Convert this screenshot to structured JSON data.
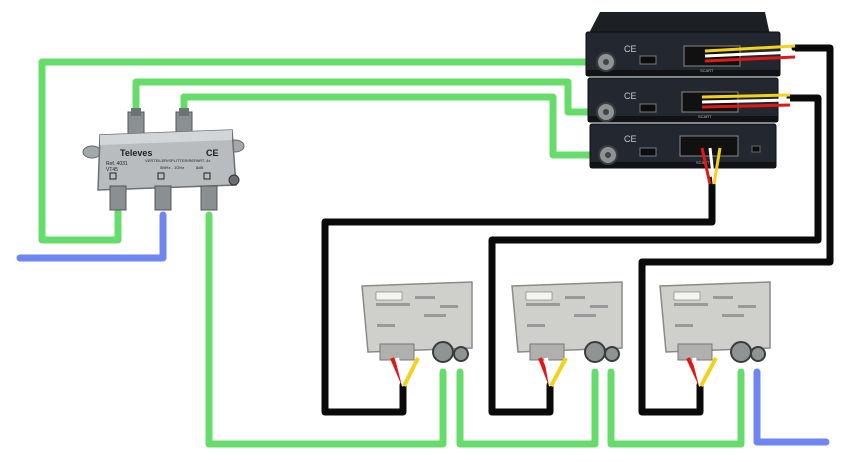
{
  "splitter": {
    "brand": "Televes",
    "ref": "Ref. 4031",
    "model": "VT45",
    "desc": "VERTEILER/SPLITTER/REPART.  4x",
    "freq": "5MHz - 1GHz",
    "loss": "8dB",
    "ce": "CE"
  },
  "receivers": [
    {
      "ce": "CE",
      "scart": "SCART"
    },
    {
      "ce": "CE",
      "scart": "SCART"
    },
    {
      "ce": "CE",
      "scart": "SCART"
    }
  ],
  "modulators": [
    {},
    {},
    {}
  ],
  "colors": {
    "coax": "#66dd6b",
    "antenna": "#6f85ef",
    "av_black": "#0a0a0a",
    "av_red": "#e01818",
    "av_yellow": "#f2d21a",
    "av_white": "#ffffff"
  }
}
